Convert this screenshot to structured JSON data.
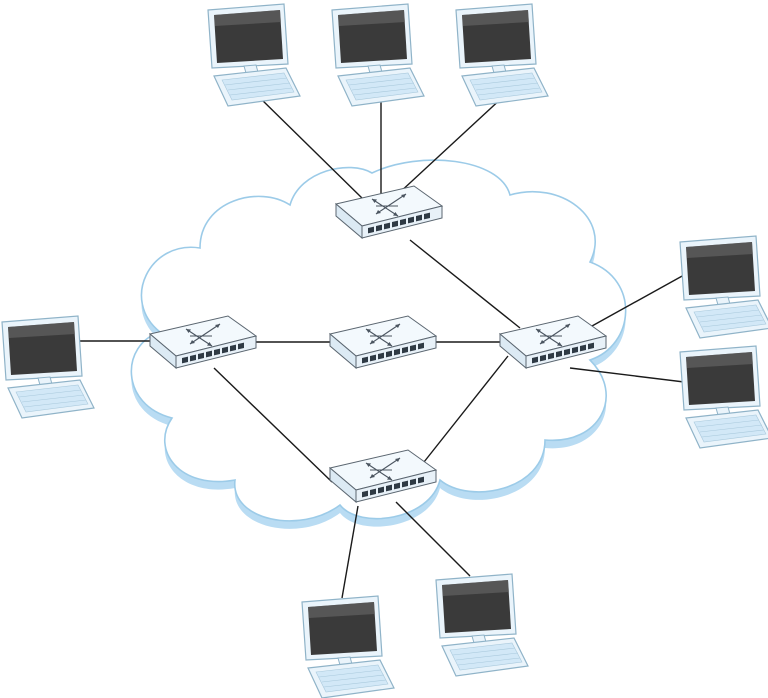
{
  "diagram": {
    "type": "network-topology",
    "cloud": {
      "fill": "#ffffff",
      "stroke": "#9ccbe8",
      "shadow": "#b9dcf3"
    },
    "colors": {
      "screen": "#3a3a3a",
      "screen_highlight": "#6e6e6e",
      "frame": "#eaf4fb",
      "frame_stroke": "#8fb3c8",
      "keyboard": "#d2e8f7",
      "switch_top": "#f3f9fd",
      "switch_front": "#dceaf4",
      "switch_stroke": "#5b6670",
      "port": "#2f3a44",
      "link": "#1a1a1a"
    },
    "switches": [
      {
        "id": "sw-top"
      },
      {
        "id": "sw-left"
      },
      {
        "id": "sw-center"
      },
      {
        "id": "sw-right"
      },
      {
        "id": "sw-bottom"
      }
    ],
    "computers": [
      {
        "id": "pc-top-1"
      },
      {
        "id": "pc-top-2"
      },
      {
        "id": "pc-top-3"
      },
      {
        "id": "pc-left"
      },
      {
        "id": "pc-right-1"
      },
      {
        "id": "pc-right-2"
      },
      {
        "id": "pc-bottom-1"
      },
      {
        "id": "pc-bottom-2"
      }
    ],
    "links": [
      [
        "pc-top-1",
        "sw-top"
      ],
      [
        "pc-top-2",
        "sw-top"
      ],
      [
        "pc-top-3",
        "sw-top"
      ],
      [
        "sw-top",
        "sw-right"
      ],
      [
        "pc-left",
        "sw-left"
      ],
      [
        "sw-left",
        "sw-center"
      ],
      [
        "sw-center",
        "sw-right"
      ],
      [
        "sw-left",
        "sw-bottom"
      ],
      [
        "sw-right",
        "sw-bottom"
      ],
      [
        "sw-right",
        "pc-right-1"
      ],
      [
        "sw-right",
        "pc-right-2"
      ],
      [
        "sw-bottom",
        "pc-bottom-1"
      ],
      [
        "sw-bottom",
        "pc-bottom-2"
      ]
    ]
  }
}
